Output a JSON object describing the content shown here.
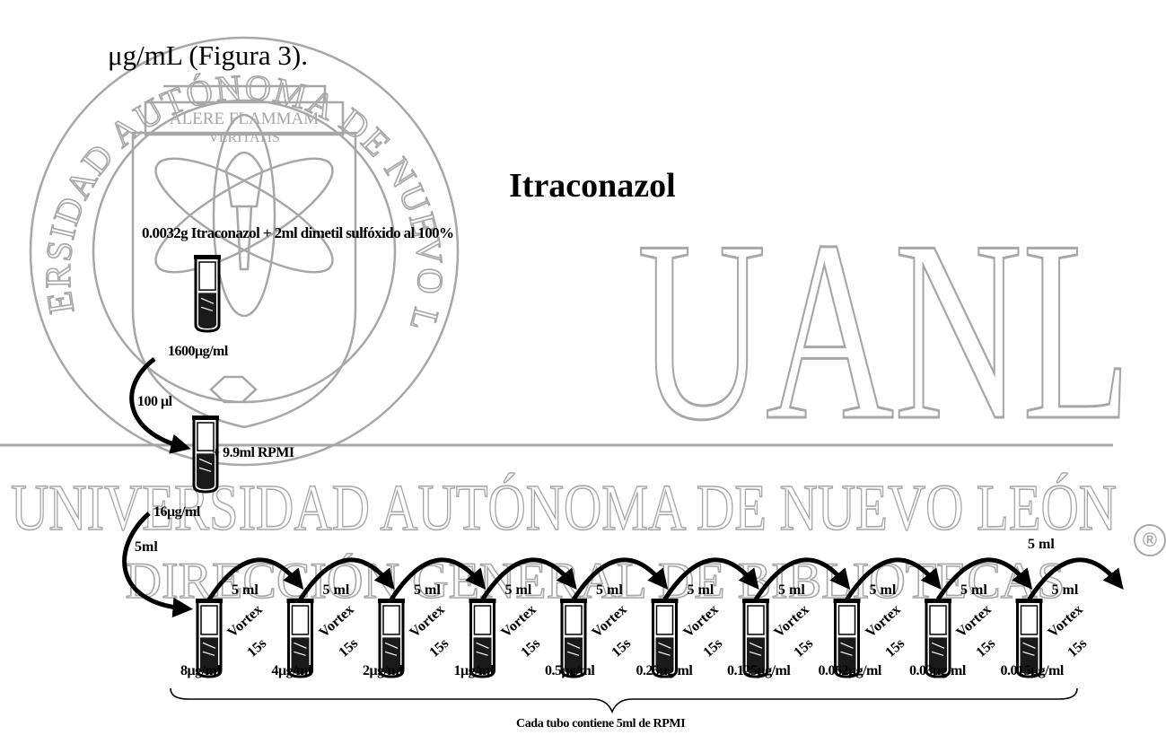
{
  "page": {
    "intro_text": "μg/mL (Figura 3).",
    "title": "Itraconazol",
    "preparation": "0.0032g Itraconazol  +  2ml dimetil sulfóxido al 100%",
    "stock_concentration": "1600μg/ml",
    "transfer_volume": "100 μl",
    "dilution_medium": "+ 9.9ml RPMI",
    "intermediate_concentration": "16μg/ml",
    "first_transfer": "5ml",
    "serial_transfer": "5 ml",
    "vortex_label": "Vortex",
    "vortex_time": "15s",
    "tube_concentrations": [
      "8μg/ml",
      "4μg/ml",
      "2μg/ml",
      "1μg/ml",
      "0.5μg/ml",
      "0.25μg/ml",
      "0.125μg/ml",
      "0.062μg/ml",
      "0.03μg/ml",
      "0.015μg/ml"
    ],
    "footnote": "Cada tubo contiene 5ml de RPMI"
  },
  "watermark": {
    "color": "#a7a7a7",
    "seal_motto_1": "ALERE FLAMMAM",
    "seal_motto_2": "VERITATIS",
    "seal_ring_text": "UNIVERSIDAD AUTÓNOMA DE NUEVO LEÓN",
    "logo": "UANL",
    "university": "UNIVERSIDAD AUTÓNOMA DE NUEVO LEÓN",
    "directorate": "DIRECCIÓN GENERAL DE BIBLIOTECAS",
    "registered_mark": "®"
  }
}
